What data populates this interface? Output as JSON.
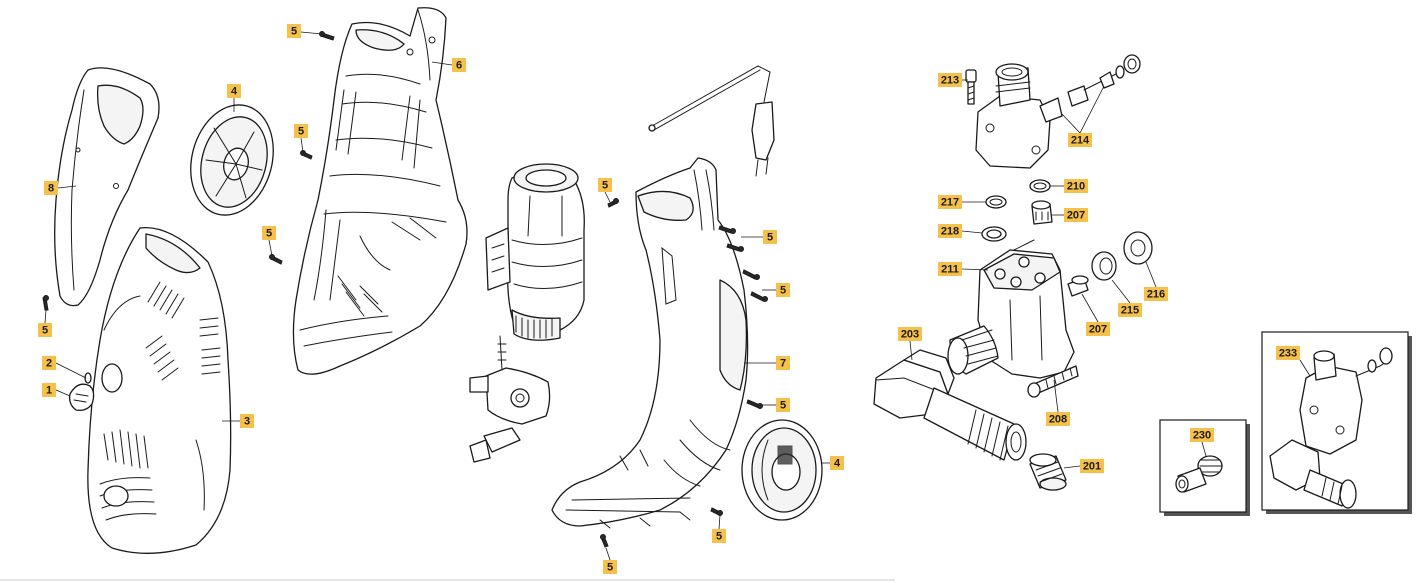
{
  "diagram": {
    "accent_color": "#f6c14b",
    "line_color": "#1a1a1a",
    "callouts": [
      {
        "id": "c-5-a",
        "label": "5"
      },
      {
        "id": "c-6",
        "label": "6"
      },
      {
        "id": "c-4-a",
        "label": "4"
      },
      {
        "id": "c-5-b",
        "label": "5"
      },
      {
        "id": "c-5-c",
        "label": "5"
      },
      {
        "id": "c-8",
        "label": "8"
      },
      {
        "id": "c-5-d",
        "label": "5"
      },
      {
        "id": "c-2",
        "label": "2"
      },
      {
        "id": "c-1",
        "label": "1"
      },
      {
        "id": "c-3",
        "label": "3"
      },
      {
        "id": "c-5-e",
        "label": "5"
      },
      {
        "id": "c-5-f",
        "label": "5"
      },
      {
        "id": "c-5-g",
        "label": "5"
      },
      {
        "id": "c-7",
        "label": "7"
      },
      {
        "id": "c-5-h",
        "label": "5"
      },
      {
        "id": "c-4-b",
        "label": "4"
      },
      {
        "id": "c-5-i",
        "label": "5"
      },
      {
        "id": "c-5-j",
        "label": "5"
      },
      {
        "id": "c-213",
        "label": "213"
      },
      {
        "id": "c-214",
        "label": "214"
      },
      {
        "id": "c-217",
        "label": "217"
      },
      {
        "id": "c-210",
        "label": "210"
      },
      {
        "id": "c-218",
        "label": "218"
      },
      {
        "id": "c-207-a",
        "label": "207"
      },
      {
        "id": "c-211",
        "label": "211"
      },
      {
        "id": "c-216",
        "label": "216"
      },
      {
        "id": "c-215",
        "label": "215"
      },
      {
        "id": "c-207-b",
        "label": "207"
      },
      {
        "id": "c-203",
        "label": "203"
      },
      {
        "id": "c-208",
        "label": "208"
      },
      {
        "id": "c-201",
        "label": "201"
      },
      {
        "id": "c-230",
        "label": "230"
      },
      {
        "id": "c-233",
        "label": "233"
      }
    ]
  }
}
